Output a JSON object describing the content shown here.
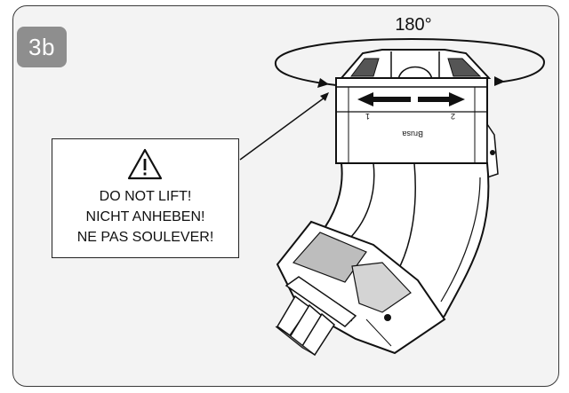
{
  "step": {
    "label": "3b"
  },
  "rotation": {
    "label": "180°"
  },
  "warning": {
    "icon": "warning-triangle-icon",
    "lines": [
      "DO NOT LIFT!",
      "NICHT ANHEBEN!",
      "NE PAS SOULEVER!"
    ]
  },
  "connector": {
    "arrow_left_label": "1",
    "arrow_right_label": "2",
    "brand_text": "Brusa"
  },
  "colors": {
    "frame_bg": "#f3f3f3",
    "badge_bg": "#8e8e8e",
    "line": "#111111"
  }
}
